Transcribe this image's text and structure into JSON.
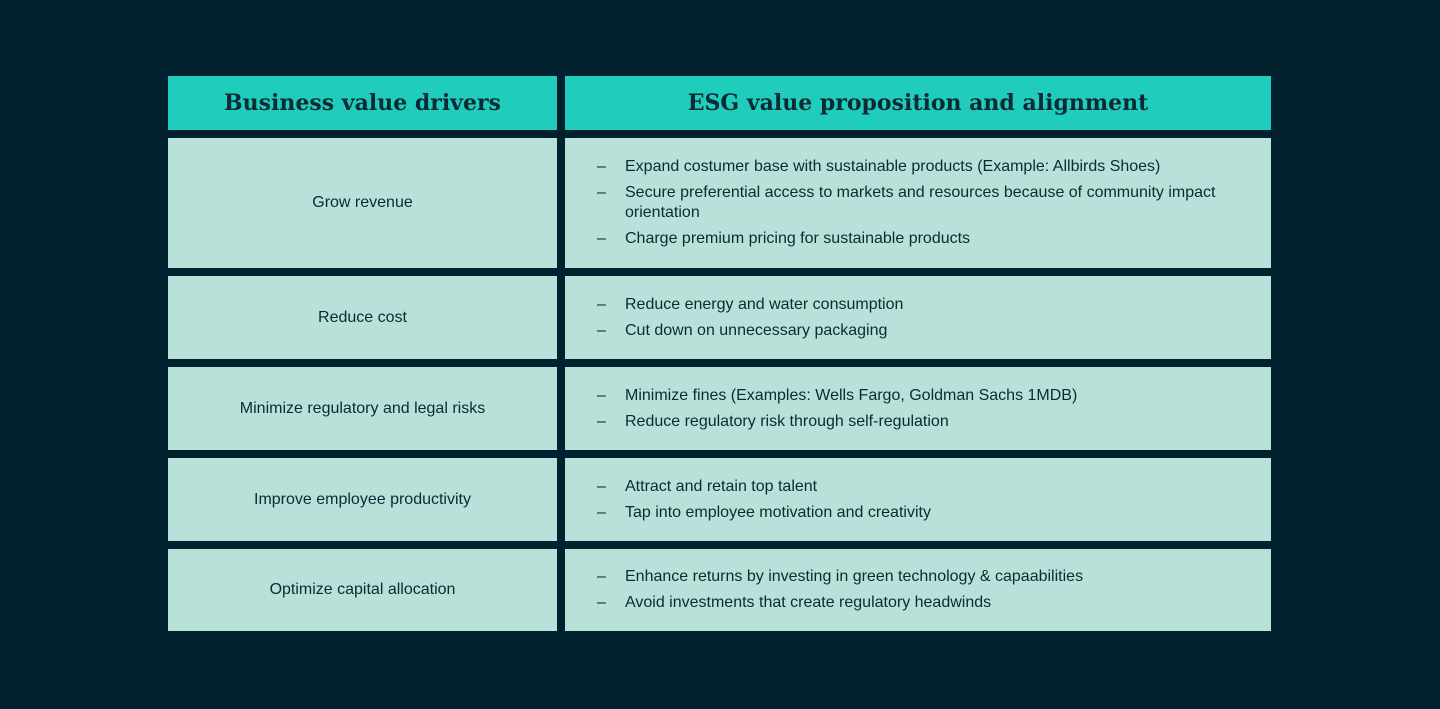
{
  "header": {
    "left": "Business value drivers",
    "right": "ESG value proposition and alignment"
  },
  "rows": [
    {
      "driver": "Grow revenue",
      "items": [
        "Expand costumer base with sustainable products (Example: Allbirds Shoes)",
        "Secure preferential access to markets and resources because of community impact orientation",
        "Charge premium pricing for sustainable products"
      ]
    },
    {
      "driver": "Reduce cost",
      "items": [
        "Reduce energy and water consumption",
        "Cut down on unnecessary packaging"
      ]
    },
    {
      "driver": "Minimize regulatory and legal risks",
      "items": [
        "Minimize fines (Examples: Wells Fargo, Goldman Sachs 1MDB)",
        "Reduce regulatory risk through self-regulation"
      ]
    },
    {
      "driver": "Improve employee productivity",
      "items": [
        "Attract and retain top talent",
        "Tap into employee motivation and creativity"
      ]
    },
    {
      "driver": "Optimize capital allocation",
      "items": [
        "Enhance returns by investing in green technology & capaabilities",
        "Avoid investments that create regulatory headwinds"
      ]
    }
  ],
  "bullet": "–"
}
